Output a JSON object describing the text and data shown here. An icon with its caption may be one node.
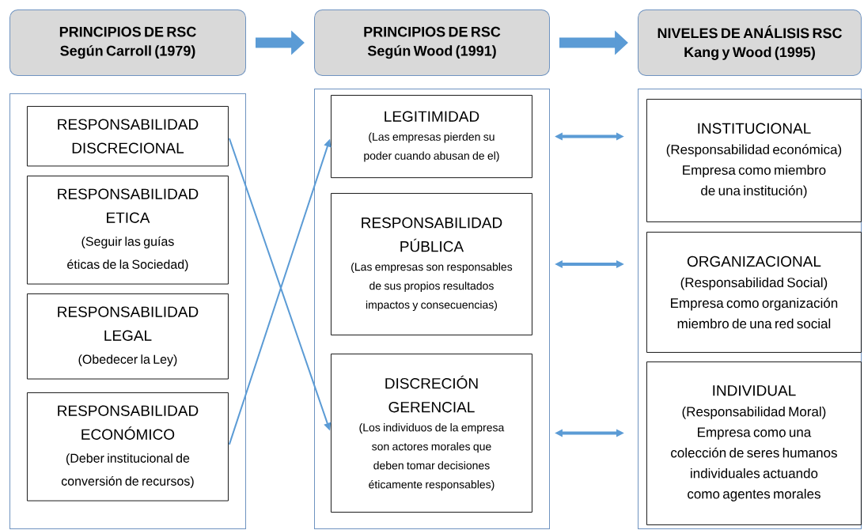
{
  "diagram": {
    "nodes": [
      {
        "text": [
          "PRINCIPIOS DE RSC",
          "Según Carroll (1979)"
        ]
      },
      {
        "text": [
          "PRINCIPIOS DE RSC",
          "Según Wood (1991)"
        ]
      },
      {
        "text": [
          "NIVELES DE ANÁLISIS RSC",
          "Kang y Wood (1995)"
        ]
      },
      {
        "text": [],
        "shape": "box"
      },
      {
        "text": [
          "RESPONSABILIDAD DISCRECIONAL"
        ],
        "in": 3
      },
      {
        "text": [
          "RESPONSABILIDAD ETICA",
          "(Seguir las guías éticas de la Sociedad)"
        ],
        "in": 3
      },
      {
        "text": [
          "RESPONSABILIDAD LEGAL",
          "(Obedecer la Ley)"
        ],
        "in": 3
      },
      {
        "text": [
          "RESPONSABILIDAD ECONÓMICO",
          "(Deber institucional de conversión de recursos)"
        ],
        "in": 3
      },
      {
        "text": [],
        "shape": "box"
      },
      {
        "text": [
          "LEGITIMIDAD",
          "(Las empresas pierden su poder cuando abusan de el)"
        ],
        "in": 8
      },
      {
        "text": [
          "RESPONSABILIDAD PÚBLICA",
          "(Las empresas son responsables de sus propios resultados impactos y consecuencias)"
        ],
        "in": 8
      },
      {
        "text": [
          "DISCRECIÓN GERENCIAL",
          "(Los individuos de la empresa son actores morales que deben tomar decisiones éticamente responsables)"
        ],
        "in": 8
      },
      {
        "text": [],
        "shape": "box"
      },
      {
        "text": [
          "INSTITUCIONAL",
          "(Responsabilidad económica)",
          "Empresa como miembro de una institución)"
        ],
        "in": 12
      },
      {
        "text": [
          "ORGANIZACIONAL",
          "(Responsabilidad Social)",
          "Empresa como organización miembro de una red social"
        ],
        "in": 12
      },
      {
        "text": [
          "INDIVIDUAL",
          "(Responsabilidad Moral)",
          "Empresa como una colección de seres humanos individuales actuando como agentes morales"
        ],
        "in": 12
      }
    ],
    "edges": [
      {
        "from": 0,
        "to": 1,
        "arrow": "to",
        "style": "thick"
      },
      {
        "from": 1,
        "to": 2,
        "arrow": "to",
        "style": "thick"
      },
      {
        "from": 4,
        "to": 11,
        "arrow": "to"
      },
      {
        "from": 7,
        "to": 9,
        "arrow": "to"
      },
      {
        "from": 9,
        "to": 13,
        "arrow": "both"
      },
      {
        "from": 10,
        "to": 14,
        "arrow": "both"
      },
      {
        "from": 11,
        "to": 15,
        "arrow": "both"
      }
    ]
  }
}
